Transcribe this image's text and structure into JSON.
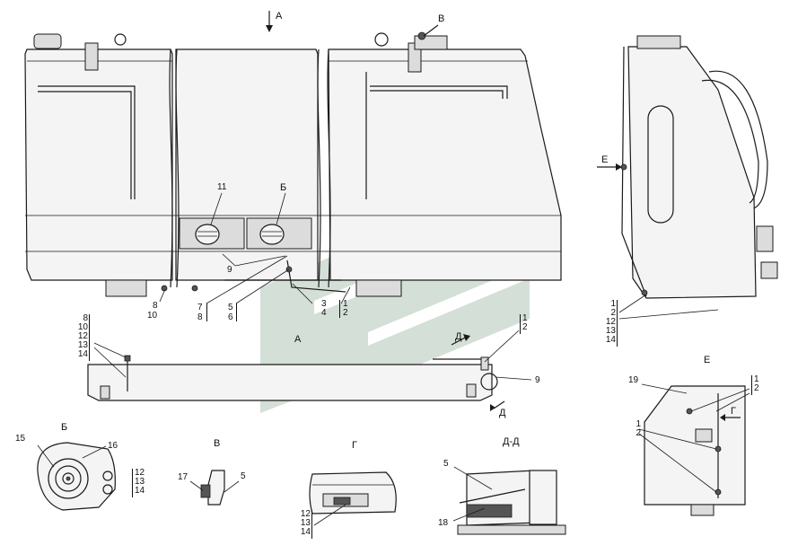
{
  "views": {
    "A": "А",
    "B": "В",
    "B_cyr": "Б",
    "G": "Г",
    "DD": "Д-Д",
    "E": "Е",
    "D": "Д"
  },
  "callouts": {
    "c11": "11",
    "c9a": "9",
    "c9b": "9",
    "c8": "8",
    "c10": "10",
    "c7": "7",
    "c8b": "8",
    "c5": "5",
    "c6": "6",
    "c3": "3",
    "c4": "4",
    "c1": "1",
    "c2": "2",
    "c15": "15",
    "c16": "16",
    "c17": "17",
    "c5b": "5",
    "c5c": "5",
    "c18": "18",
    "c19": "19"
  },
  "stacks": {
    "left_A": [
      "8",
      "10",
      "12",
      "13",
      "14"
    ],
    "right_A": [
      "1",
      "2"
    ],
    "side_view": [
      "1",
      "2",
      "12",
      "13",
      "14"
    ],
    "view_B": [
      "12",
      "13",
      "14"
    ],
    "view_G": [
      "12",
      "13",
      "14"
    ],
    "view_E_top": [
      "1",
      "2"
    ],
    "view_E_mid": [
      "1",
      "2"
    ]
  },
  "colors": {
    "line": "#1a1a1a",
    "watermark": "#9fb8a6"
  }
}
